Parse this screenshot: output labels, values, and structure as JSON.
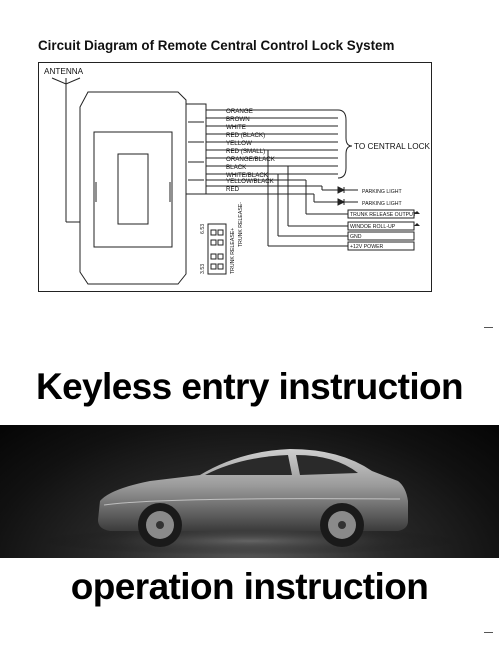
{
  "title": "Circuit Diagram of Remote Central Control Lock System",
  "antenna_label": "ANTENNA",
  "wires": [
    "ORANGE",
    "BROWN",
    "WHITE",
    "RED (BLACK)",
    "YELLOW",
    "RED (SMALL)",
    "ORANGE/BLACK",
    "BLACK",
    "WHITE/BLACK",
    "YELLOW/BLACK",
    "RED"
  ],
  "central_lock_label": "TO CENTRAL LOCK",
  "outputs": [
    "PARKING LIGHT",
    "PARKING LIGHT",
    "TRUNK RELEASE OUTPUT",
    "WINDOE ROLL-UP",
    "GND",
    "+12V POWER"
  ],
  "connector_labels": [
    "6.53",
    "3.53",
    "TRUNK RELEASE+",
    "TRUNK RELEASE-"
  ],
  "heading_keyless": "Keyless entry instruction",
  "heading_operation": "operation instruction",
  "car_photo": "sports-coupe-photo"
}
